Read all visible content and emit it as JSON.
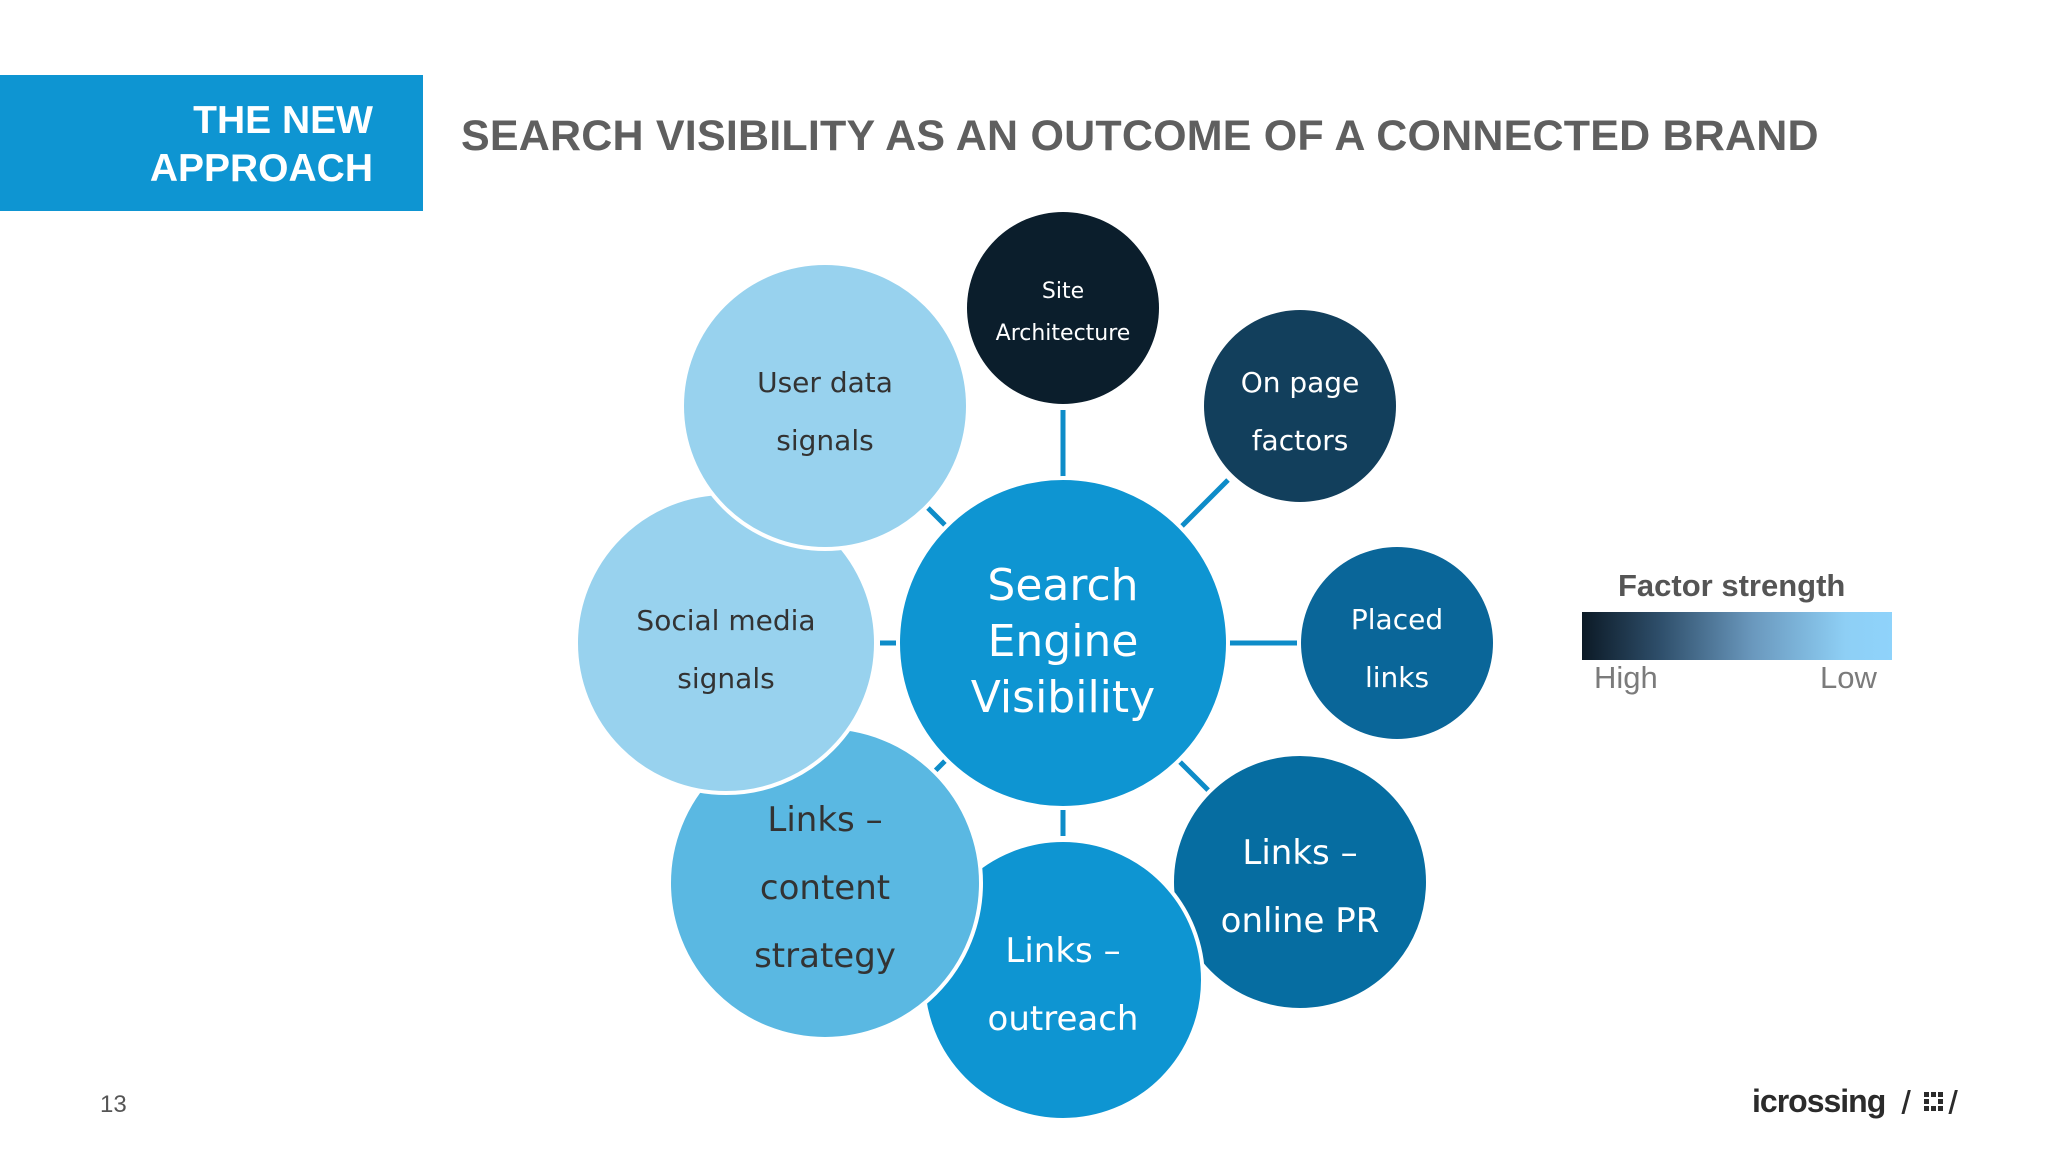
{
  "header": {
    "label_line1": "THE NEW",
    "label_line2": "APPROACH",
    "title": "SEARCH VISIBILITY AS AN OUTCOME OF A CONNECTED BRAND"
  },
  "diagram": {
    "center": {
      "line1": "Search",
      "line2": "Engine",
      "line3": "Visibility"
    },
    "nodes": {
      "site_architecture": {
        "line1": "Site",
        "line2": "Architecture",
        "color": "#0b1e2c"
      },
      "on_page_factors": {
        "line1": "On page",
        "line2": "factors",
        "color": "#123f5c"
      },
      "placed_links": {
        "line1": "Placed",
        "line2": "links",
        "color": "#0a6699"
      },
      "links_online_pr": {
        "line1": "Links –",
        "line2": "online PR",
        "color": "#066da1"
      },
      "links_outreach": {
        "line1": "Links –",
        "line2": "outreach",
        "color": "#0e95d2"
      },
      "links_content_strategy": {
        "line1": "Links –",
        "line2": "content",
        "line3": "strategy",
        "color": "#5ab8e2"
      },
      "social_media_signals": {
        "line1": "Social media",
        "line2": "signals",
        "color": "#98d2ee"
      },
      "user_data_signals": {
        "line1": "User data",
        "line2": "signals",
        "color": "#98d2ee"
      }
    }
  },
  "legend": {
    "title": "Factor strength",
    "high": "High",
    "low": "Low"
  },
  "footer": {
    "page_number": "13",
    "logo_text": "icrossing"
  }
}
